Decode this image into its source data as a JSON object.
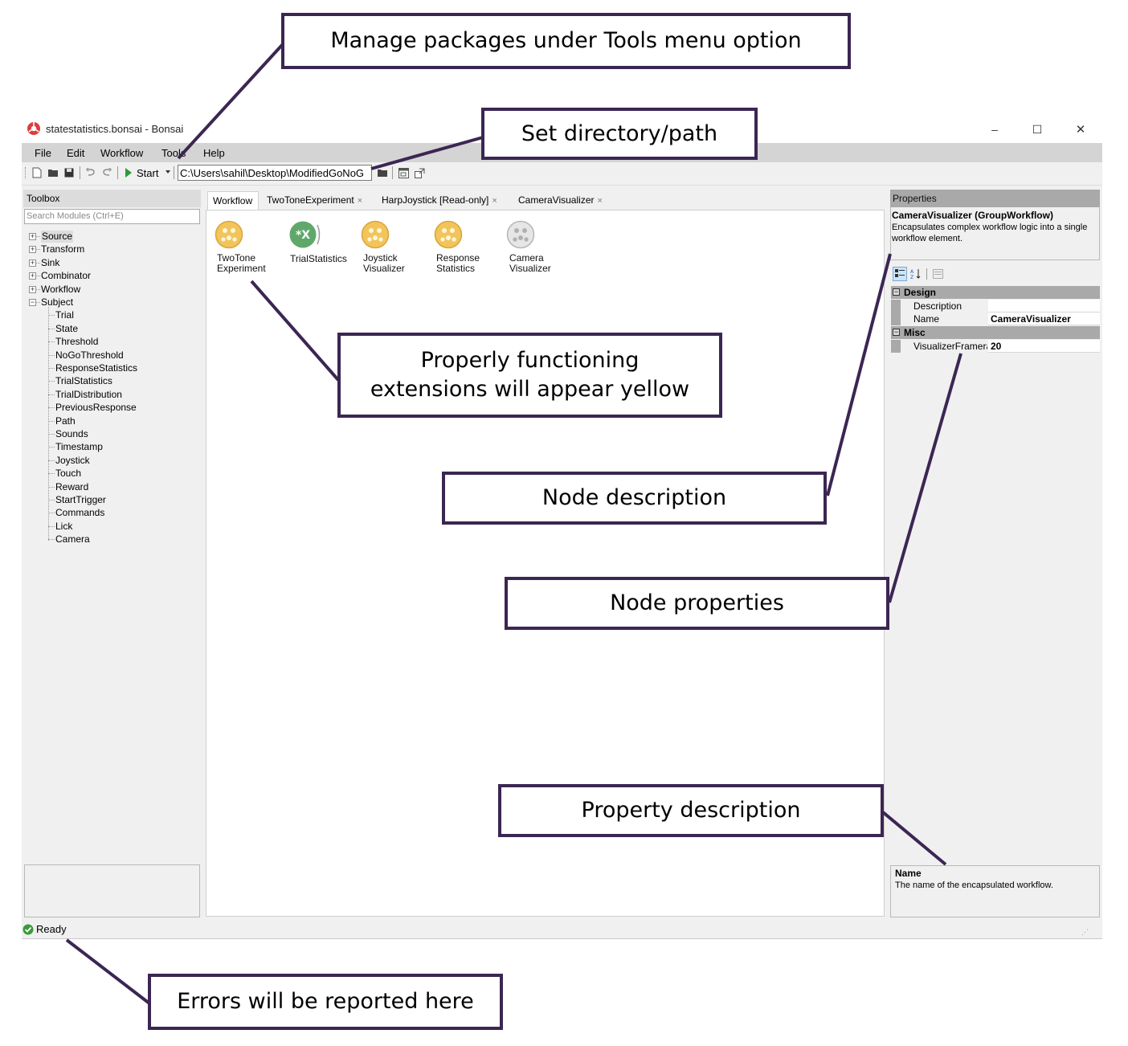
{
  "window": {
    "title": "statestatistics.bonsai - Bonsai",
    "controls": {
      "minimize": "–",
      "maximize": "☐",
      "close": "✕"
    }
  },
  "menu": [
    "File",
    "Edit",
    "Workflow",
    "Tools",
    "Help"
  ],
  "toolbar": {
    "start_label": "Start",
    "path_value": "C:\\Users\\sahil\\Desktop\\ModifiedGoNoG"
  },
  "toolbox": {
    "header": "Toolbox",
    "search_placeholder": "Search Modules (Ctrl+E)",
    "categories": [
      "Source",
      "Transform",
      "Sink",
      "Combinator",
      "Workflow",
      "Subject"
    ],
    "subject_children": [
      "Trial",
      "State",
      "Threshold",
      "NoGoThreshold",
      "ResponseStatistics",
      "TrialStatistics",
      "TrialDistribution",
      "PreviousResponse",
      "Path",
      "Sounds",
      "Timestamp",
      "Joystick",
      "Touch",
      "Reward",
      "StartTrigger",
      "Commands",
      "Lick",
      "Camera"
    ]
  },
  "editor": {
    "tabs": [
      {
        "label": "Workflow",
        "closable": false
      },
      {
        "label": "TwoToneExperiment",
        "closable": true
      },
      {
        "label": "HarpJoystick [Read-only]",
        "closable": true
      },
      {
        "label": "CameraVisualizer",
        "closable": true
      }
    ],
    "close_glyph": "×",
    "nodes": [
      {
        "label": "TwoTone\nExperiment",
        "kind": "group",
        "color": "#f2c45a"
      },
      {
        "label": "TrialStatistics",
        "kind": "expression",
        "glyph": "*X",
        "color": "#5fa86a"
      },
      {
        "label": "Joystick\nVisualizer",
        "kind": "group",
        "color": "#f2c45a"
      },
      {
        "label": "Response\nStatistics",
        "kind": "group",
        "color": "#f2c45a"
      },
      {
        "label": "Camera\nVisualizer",
        "kind": "group",
        "color": "#e6e6e6"
      }
    ]
  },
  "properties": {
    "header": "Properties",
    "object_title": "CameraVisualizer (GroupWorkflow)",
    "object_description": "Encapsulates complex workflow logic into a single workflow element.",
    "categories": [
      {
        "name": "Design",
        "rows": [
          {
            "name": "Description",
            "value": ""
          },
          {
            "name": "Name",
            "value": "CameraVisualizer"
          }
        ]
      },
      {
        "name": "Misc",
        "rows": [
          {
            "name": "VisualizerFramerat",
            "value": "20"
          }
        ]
      }
    ],
    "description_title": "Name",
    "description_text": "The name of the encapsulated workflow."
  },
  "status": {
    "text": "Ready",
    "icon": "check-circle-icon",
    "color": "#3a9a3a"
  },
  "annotations": {
    "tools": "Manage packages under Tools menu option",
    "directory": "Set directory/path",
    "extensions_line1": "Properly functioning",
    "extensions_line2": "extensions will appear yellow",
    "node_description": "Node description",
    "node_properties": "Node properties",
    "property_description": "Property description",
    "errors": "Errors will be reported here"
  },
  "colors": {
    "callout_border": "#3b2653",
    "menubar": "#d4d4d4",
    "panel": "#f0f0f0",
    "category": "#a9a9a9"
  }
}
